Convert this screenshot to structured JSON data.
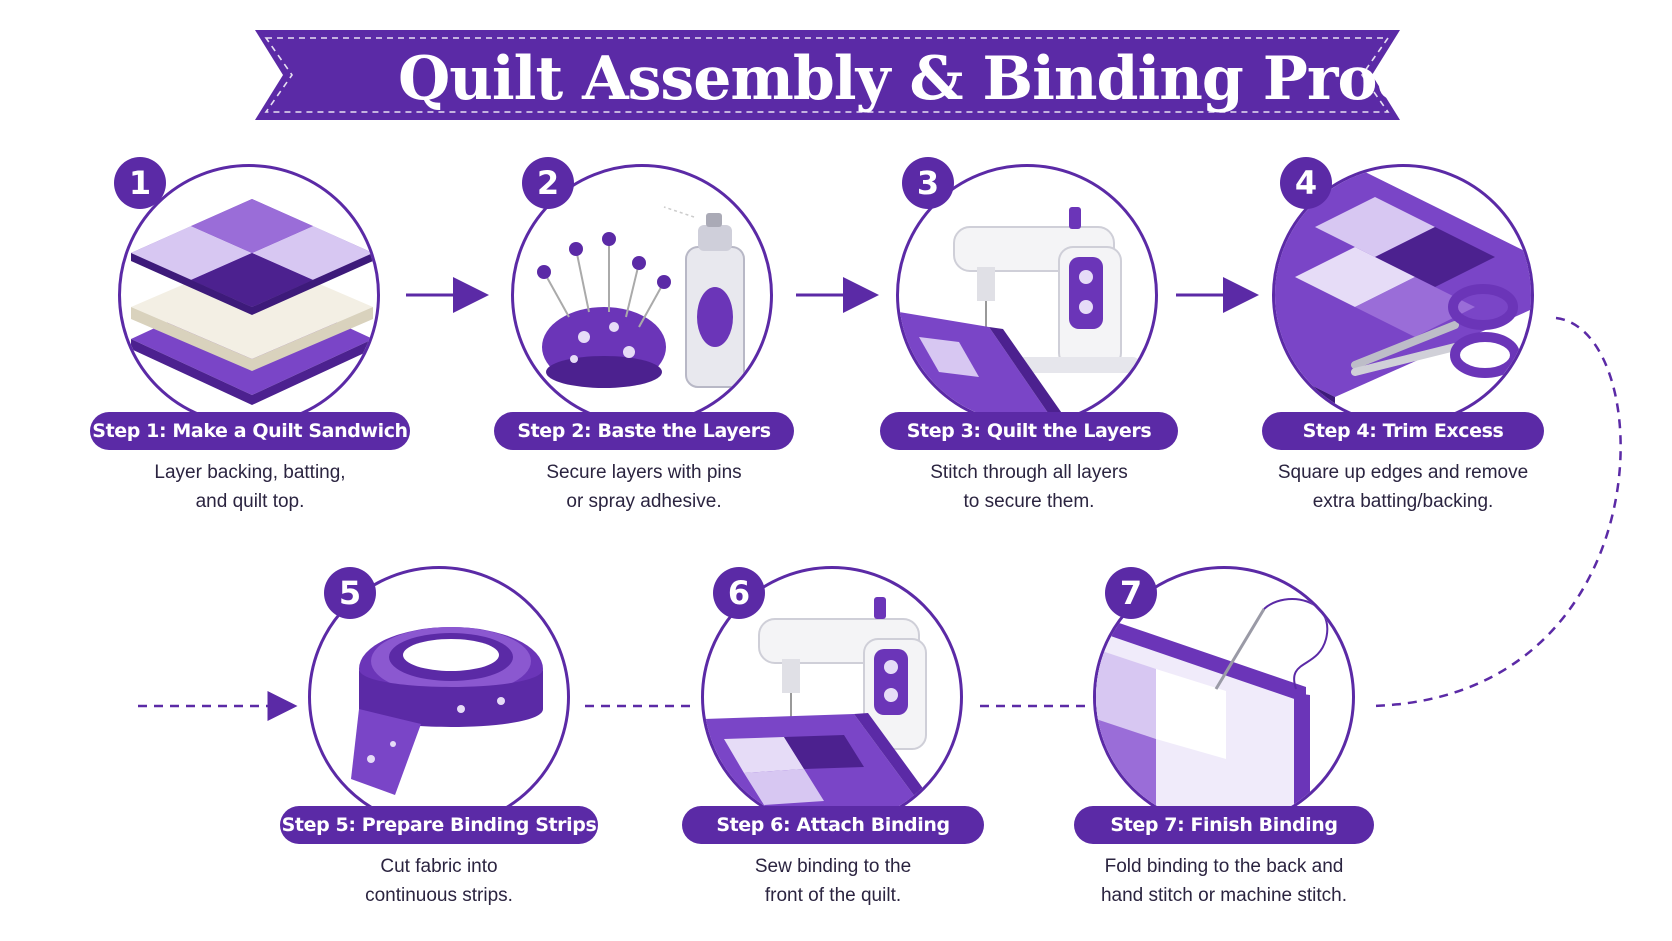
{
  "title": "Quilt Assembly & Binding Process",
  "icons": {
    "banner": "heart-icon"
  },
  "colors": {
    "accent": "#5b2aa6",
    "accent_light": "#b89be6",
    "accent_dark": "#3d1a7a",
    "text": "#2b2440"
  },
  "steps": [
    {
      "number": "1",
      "label": "Step 1: Make a Quilt Sandwich",
      "desc": [
        "Layer backing, batting,",
        "and quilt top."
      ],
      "illustration": "quilt-sandwich-icon"
    },
    {
      "number": "2",
      "label": "Step 2: Baste the Layers",
      "desc": [
        "Secure layers with pins",
        "or spray adhesive."
      ],
      "illustration": "pincushion-spray-icon"
    },
    {
      "number": "3",
      "label": "Step 3: Quilt the Layers",
      "desc": [
        "Stitch through all layers",
        "to secure them."
      ],
      "illustration": "sewing-machine-icon"
    },
    {
      "number": "4",
      "label": "Step 4: Trim Excess",
      "desc": [
        "Square up edges and remove",
        "extra batting/backing."
      ],
      "illustration": "scissors-quilt-icon"
    },
    {
      "number": "5",
      "label": "Step 5: Prepare Binding Strips",
      "desc": [
        "Cut fabric into",
        "continuous strips."
      ],
      "illustration": "binding-roll-icon"
    },
    {
      "number": "6",
      "label": "Step 6: Attach Binding",
      "desc": [
        "Sew binding to the",
        "front of the quilt."
      ],
      "illustration": "sewing-binding-icon"
    },
    {
      "number": "7",
      "label": "Step 7: Finish Binding",
      "desc": [
        "Fold binding to the back and",
        "hand stitch or machine stitch."
      ],
      "illustration": "hand-stitch-needle-icon"
    }
  ]
}
